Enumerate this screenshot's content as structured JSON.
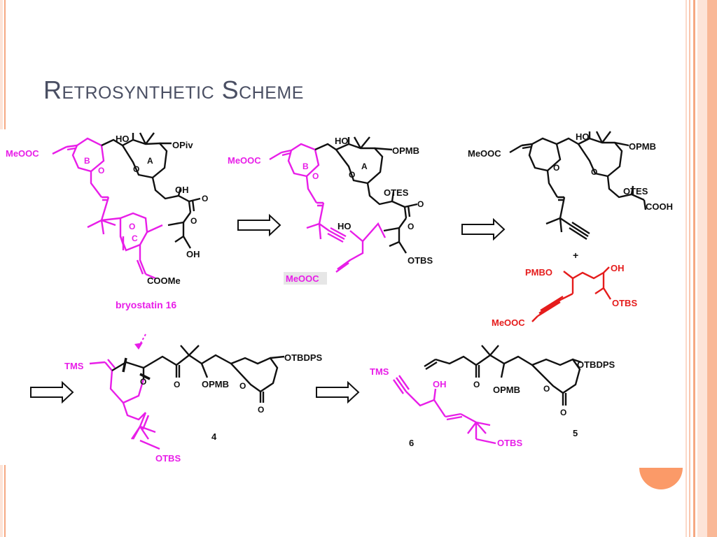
{
  "slide": {
    "title": "Retrosynthetic Scheme",
    "colors": {
      "accent": "#f8a77a",
      "stripe_light": "#fce2d6",
      "title": "#4a4f63",
      "magenta": "#e81ee8",
      "red": "#e51c1c",
      "black": "#111111"
    }
  },
  "scheme": {
    "compound1": {
      "name": "bryostatin 16",
      "labels": {
        "ester_top": "MeOOC",
        "ester_bottom": "COOMe",
        "piv": "OPiv",
        "ho": "HO",
        "oh_top": "OH",
        "oh_bottom": "OH",
        "ring_a": "A",
        "ring_b": "B",
        "ring_c": "C",
        "o_b": "O",
        "o_a": "O",
        "o_c": "O",
        "o_ester": "O",
        "o_ester2": "O"
      }
    },
    "compound2": {
      "labels": {
        "ester_top": "MeOOC",
        "ester_bottom": "MeOOC",
        "pmb": "OPMB",
        "ho": "HO",
        "tes": "OTES",
        "ho2": "HO",
        "tbs": "OTBS",
        "ring_a": "A",
        "ring_b": "B",
        "o_b": "O",
        "o_a": "O",
        "o_ester": "O",
        "o_ester2": "O"
      }
    },
    "compound3": {
      "labels": {
        "ester": "MeOOC",
        "pmb": "OPMB",
        "ho": "HO",
        "tes": "OTES",
        "acid": "COOH",
        "o_b": "O",
        "o_a": "O"
      }
    },
    "plus": "+",
    "compound_red": {
      "labels": {
        "pmbo": "PMBO",
        "oh": "OH",
        "tbs": "OTBS",
        "ester": "MeOOC"
      }
    },
    "compound4": {
      "number": "4",
      "labels": {
        "tms": "TMS",
        "tbdps": "OTBDPS",
        "pmb": "OPMB",
        "tbs": "OTBS",
        "o_ring": "O",
        "o_ketone": "O",
        "o_lactone": "O",
        "o_lactone2": "O"
      }
    },
    "compound5": {
      "number": "5",
      "labels": {
        "tbdps": "OTBDPS",
        "pmb": "OPMB",
        "o_ketone": "O",
        "o_lactone": "O",
        "o_lactone2": "O"
      }
    },
    "compound6": {
      "number": "6",
      "labels": {
        "tms": "TMS",
        "oh": "OH",
        "tbs": "OTBS"
      }
    }
  }
}
